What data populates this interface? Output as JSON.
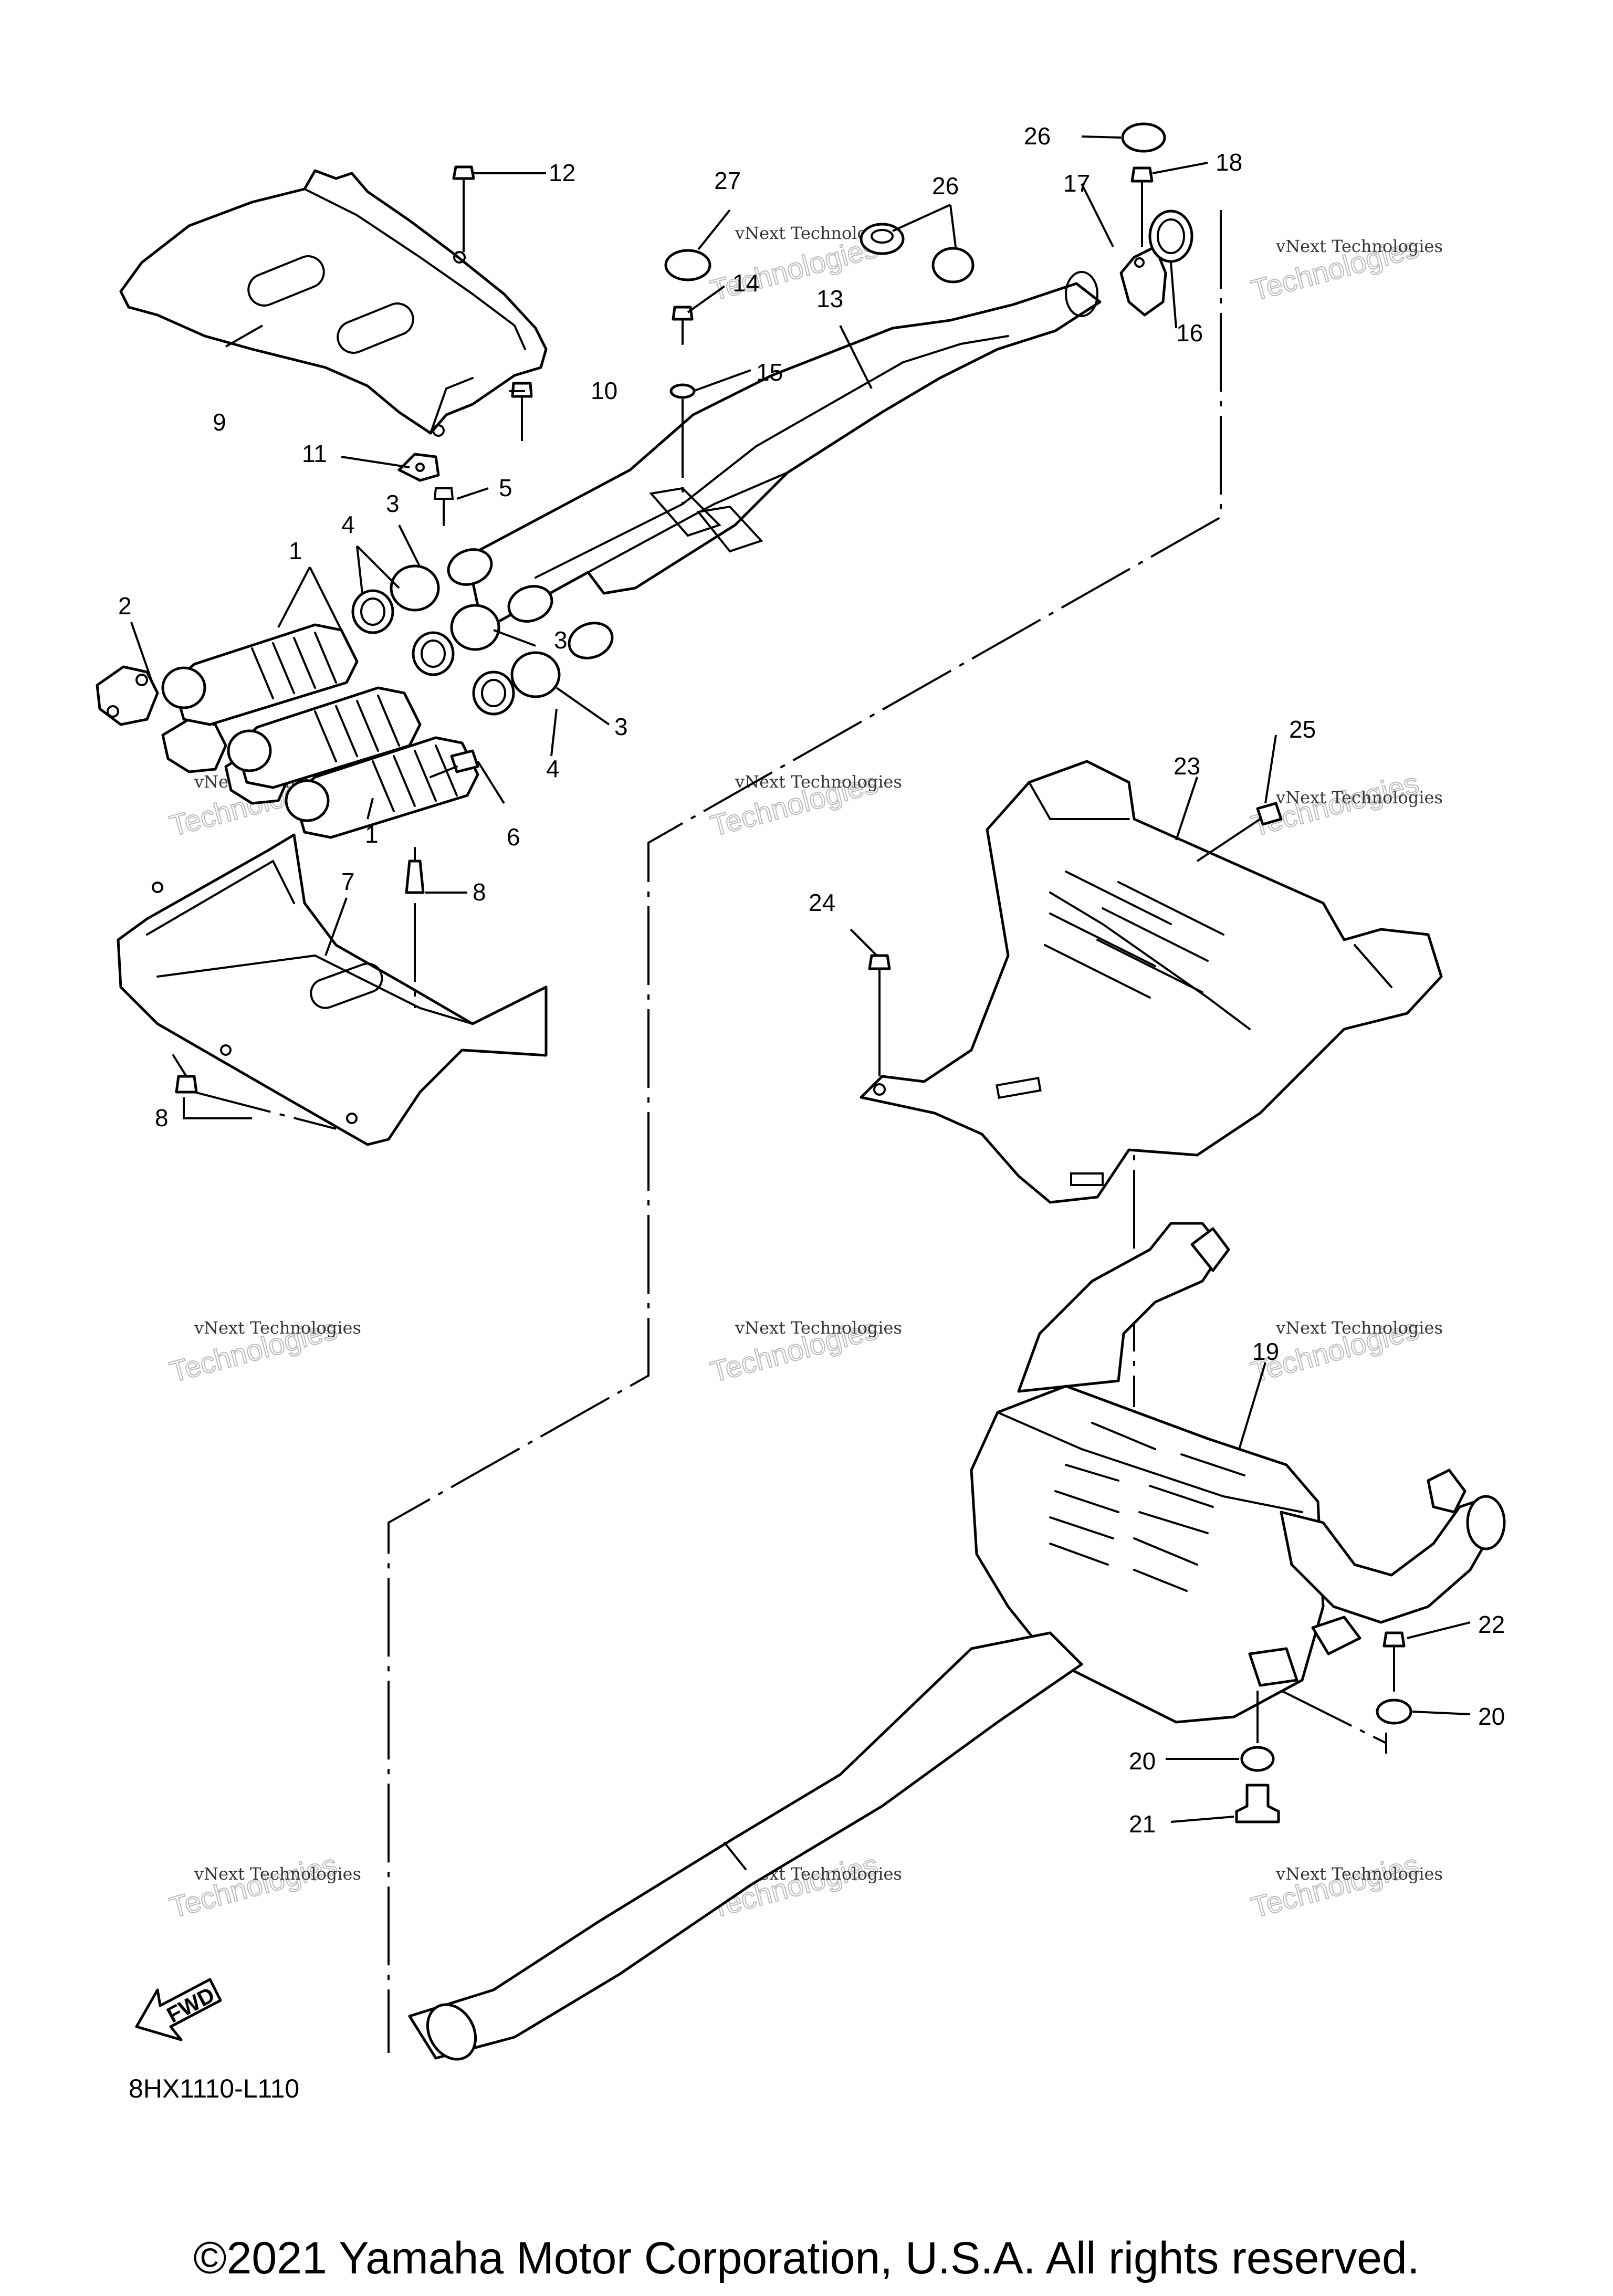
{
  "diagram": {
    "callouts": [
      "1",
      "2",
      "3",
      "4",
      "5",
      "6",
      "7",
      "8",
      "9",
      "10",
      "11",
      "12",
      "13",
      "14",
      "15",
      "16",
      "17",
      "18",
      "19",
      "20",
      "21",
      "22",
      "23",
      "24",
      "25",
      "26",
      "27"
    ],
    "watermark_line1": "vNext Technologies",
    "watermark_line2": "Technologies",
    "fwd_label": "FWD",
    "diagram_code": "8HX1110-L110",
    "copyright": "©2021 Yamaha Motor Corporation, U.S.A. All rights reserved."
  }
}
